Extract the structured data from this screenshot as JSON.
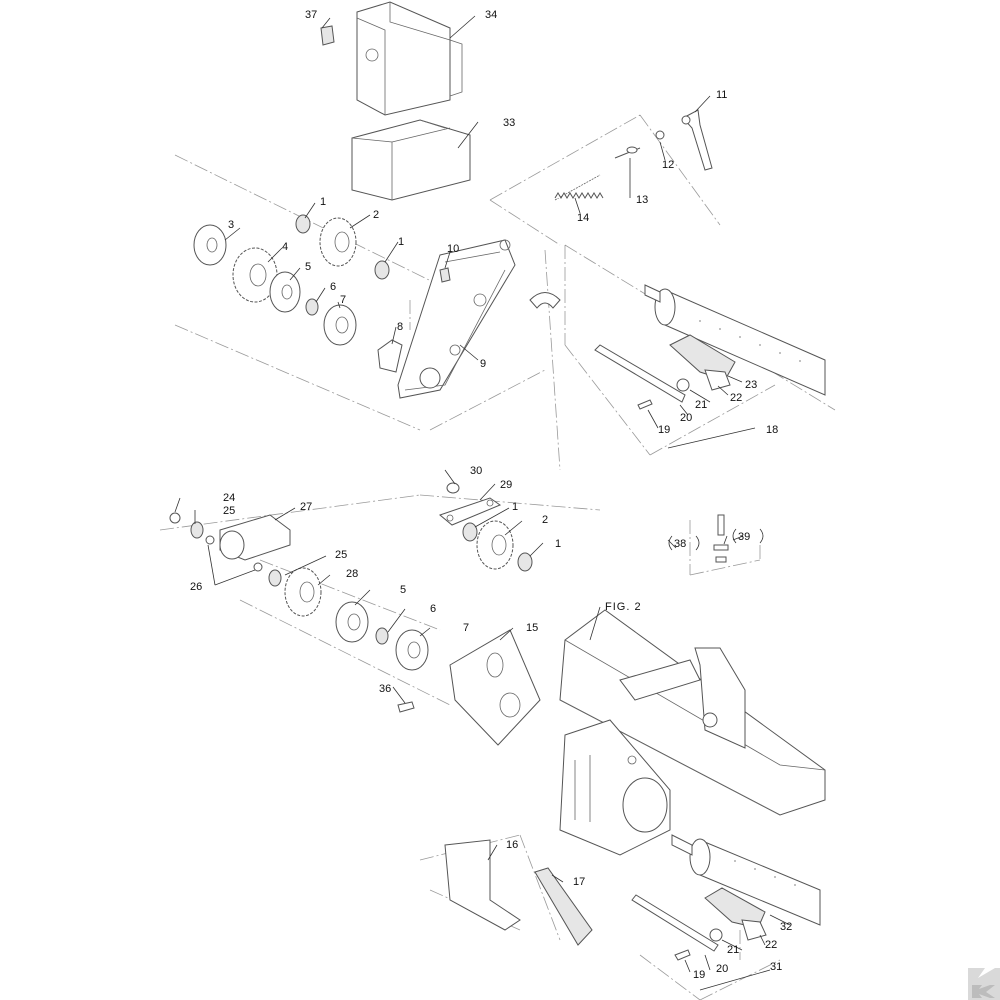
{
  "figure_label": "FIG.  2",
  "callouts": {
    "c1a": "1",
    "c1b": "1",
    "c1c": "1",
    "c1d": "1",
    "c2a": "2",
    "c2b": "2",
    "c3": "3",
    "c4": "4",
    "c5a": "5",
    "c5b": "5",
    "c6a": "6",
    "c6b": "6",
    "c7a": "7",
    "c7b": "7",
    "c8": "8",
    "c9": "9",
    "c10": "10",
    "c11": "11",
    "c12": "12",
    "c13": "13",
    "c14": "14",
    "c15": "15",
    "c16": "16",
    "c17": "17",
    "c18": "18",
    "c19a": "19",
    "c19b": "19",
    "c20a": "20",
    "c20b": "20",
    "c21a": "21",
    "c21b": "21",
    "c22a": "22",
    "c22b": "22",
    "c23": "23",
    "c24": "24",
    "c25a": "25",
    "c25b": "25",
    "c26": "26",
    "c27": "27",
    "c28": "28",
    "c29": "29",
    "c30": "30",
    "c31": "31",
    "c32": "32",
    "c33": "33",
    "c34": "34",
    "c36": "36",
    "c37": "37",
    "c38": "38",
    "c39": "39"
  },
  "colors": {
    "line": "#555555",
    "text": "#111111",
    "phantom": "#9a9a9a",
    "logo": "#d9d9d9"
  },
  "logo": {
    "icon": "brand-k-icon"
  }
}
